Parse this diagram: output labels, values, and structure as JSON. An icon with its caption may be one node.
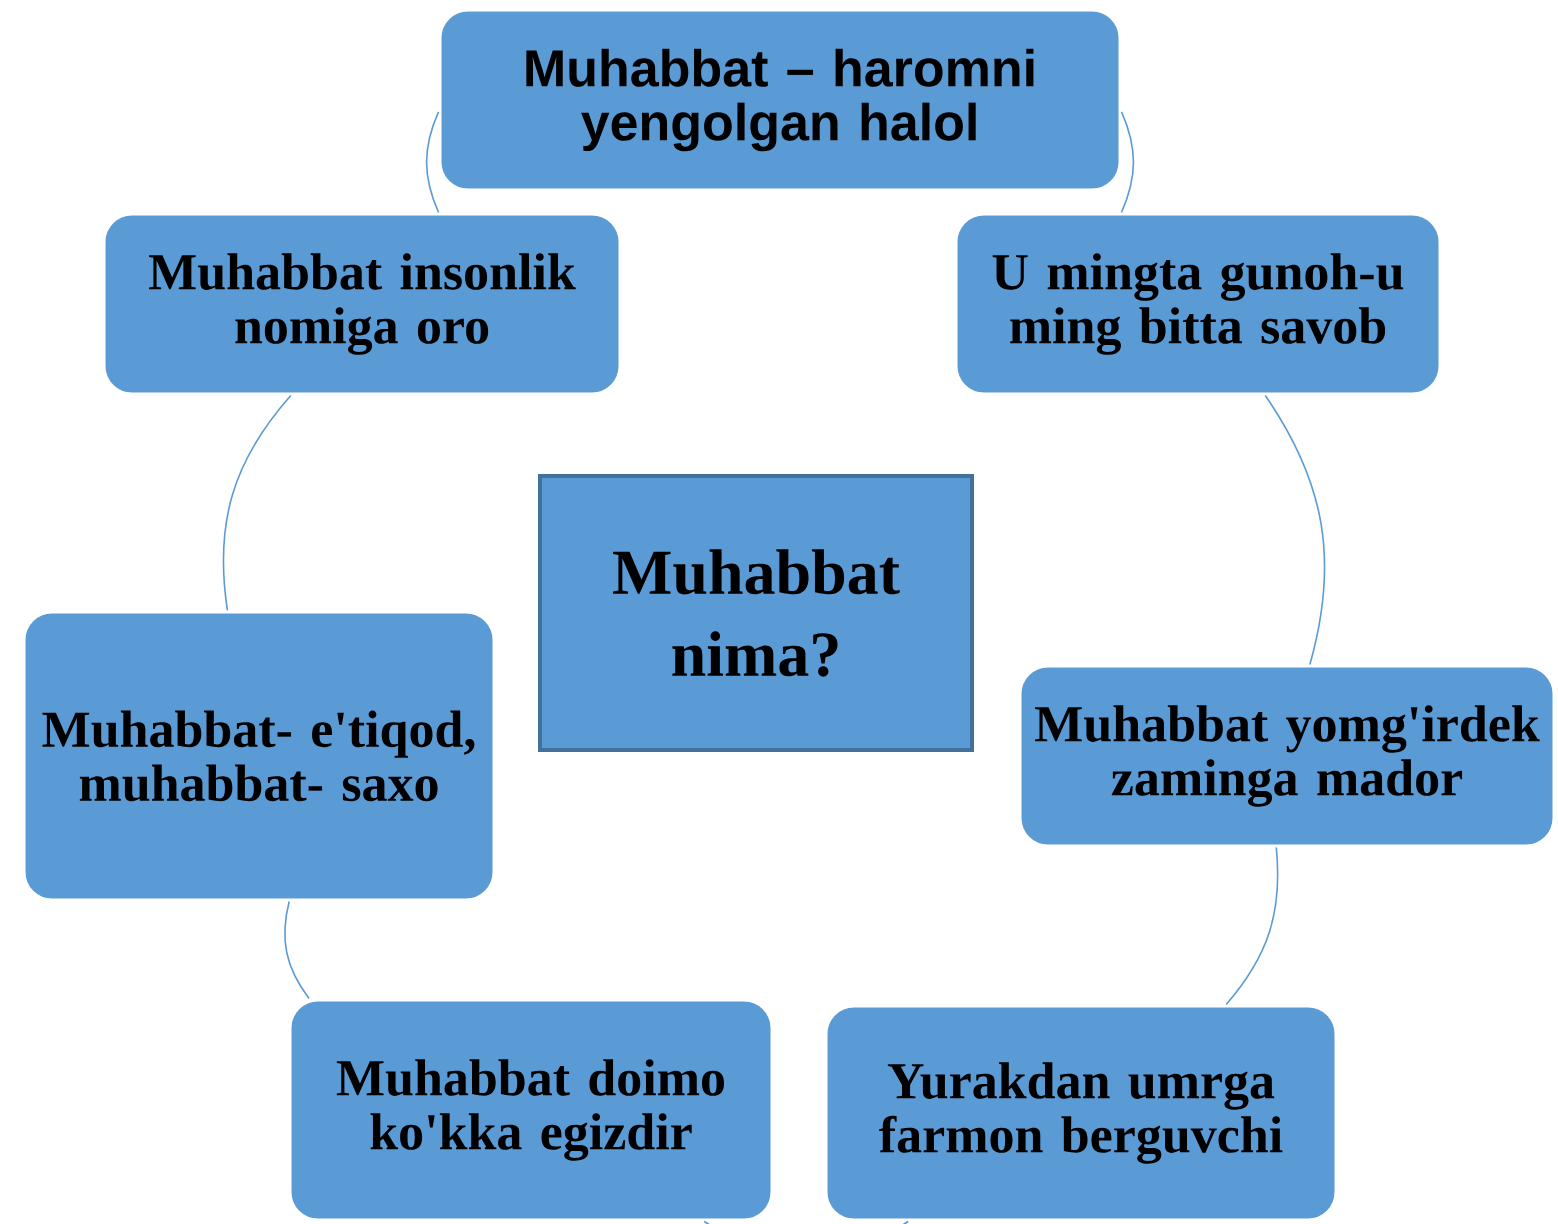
{
  "diagram": {
    "nodes": [
      {
        "text": [
          "Muhabbat – haromni yengolgan halol"
        ]
      },
      {
        "text": [
          "U mingta gunoh-u ming bitta savob"
        ]
      },
      {
        "text": [
          "Muhabbat yomg'irdek zaminga mador"
        ]
      },
      {
        "text": [
          "Yurakdan umrga farmon berguvchi"
        ]
      },
      {
        "text": [
          "Muhabbat doimo ko'kka egizdir"
        ]
      },
      {
        "text": [
          "Muhabbat- e'tiqod, muhabbat- saxo"
        ]
      },
      {
        "text": [
          "Muhabbat insonlik nomiga oro"
        ]
      },
      {
        "text": [
          "Muhabbat nima?"
        ]
      }
    ],
    "edges": [
      {
        "from": 0,
        "to": 1,
        "arrow": "none"
      },
      {
        "from": 1,
        "to": 2,
        "arrow": "none"
      },
      {
        "from": 2,
        "to": 3,
        "arrow": "none"
      },
      {
        "from": 3,
        "to": 4,
        "arrow": "none"
      },
      {
        "from": 4,
        "to": 5,
        "arrow": "none"
      },
      {
        "from": 5,
        "to": 6,
        "arrow": "none"
      },
      {
        "from": 6,
        "to": 0,
        "arrow": "none"
      }
    ]
  }
}
